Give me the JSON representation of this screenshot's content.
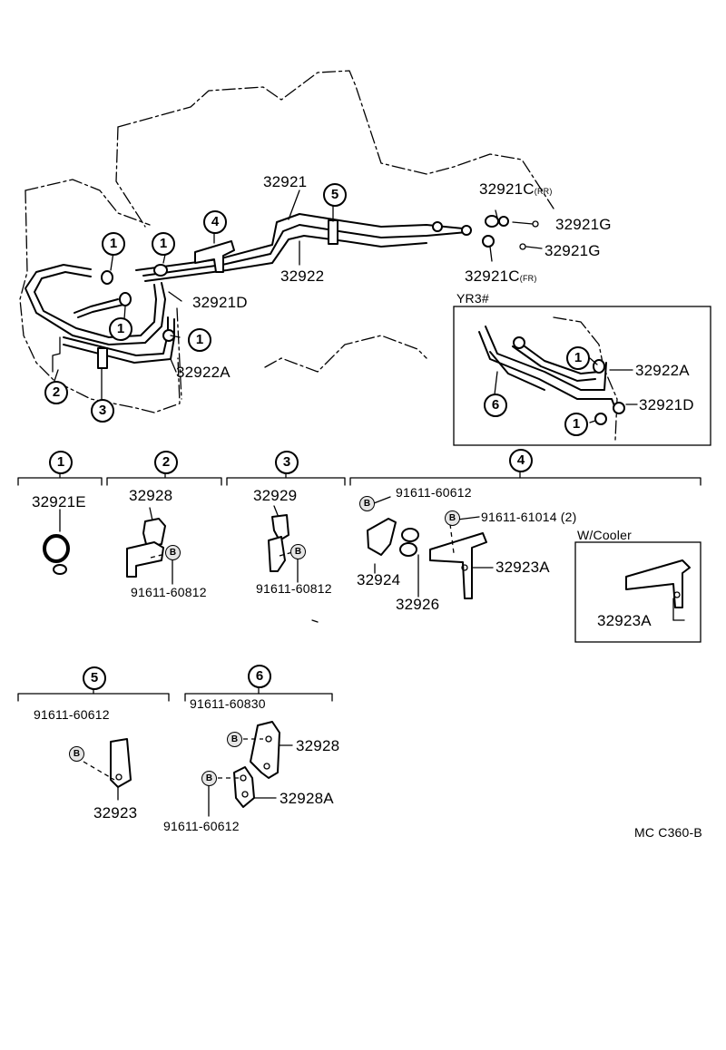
{
  "diagram_code": "MC C360-B",
  "main_view": {
    "labels": {
      "p32921": "32921",
      "p32922": "32922",
      "p32921C_RR": "32921C",
      "rr_suffix": "(RR)",
      "p32921C_FR": "32921C",
      "fr_suffix": "(FR)",
      "p32921G_a": "32921G",
      "p32921G_b": "32921G",
      "p32921D": "32921D",
      "p32922A": "32922A"
    },
    "callouts": [
      "1",
      "1",
      "1",
      "1",
      "2",
      "3",
      "4",
      "5"
    ]
  },
  "inset": {
    "title": "YR3#",
    "labels": {
      "p32922A": "32922A",
      "p32921D": "32921D"
    },
    "callouts": [
      "1",
      "1",
      "6"
    ]
  },
  "groups": {
    "g1": {
      "number": "1",
      "parts": [
        "32921E"
      ]
    },
    "g2": {
      "number": "2",
      "parts": [
        "32928",
        "91611-60812"
      ],
      "bolt": "B"
    },
    "g3": {
      "number": "3",
      "parts": [
        "32929",
        "91611-60812"
      ],
      "bolt": "B"
    },
    "g4": {
      "number": "4",
      "parts": [
        "91611-60612",
        "91611-61014 (2)",
        "32924",
        "32926",
        "32923A"
      ],
      "bolt": "B",
      "variant": {
        "title": "W/Cooler",
        "part": "32923A"
      }
    },
    "g5": {
      "number": "5",
      "parts": [
        "91611-60612",
        "32923"
      ],
      "bolt": "B"
    },
    "g6": {
      "number": "6",
      "parts": [
        "91611-60830",
        "32928",
        "32928A",
        "91611-60612"
      ],
      "bolt": "B"
    }
  }
}
